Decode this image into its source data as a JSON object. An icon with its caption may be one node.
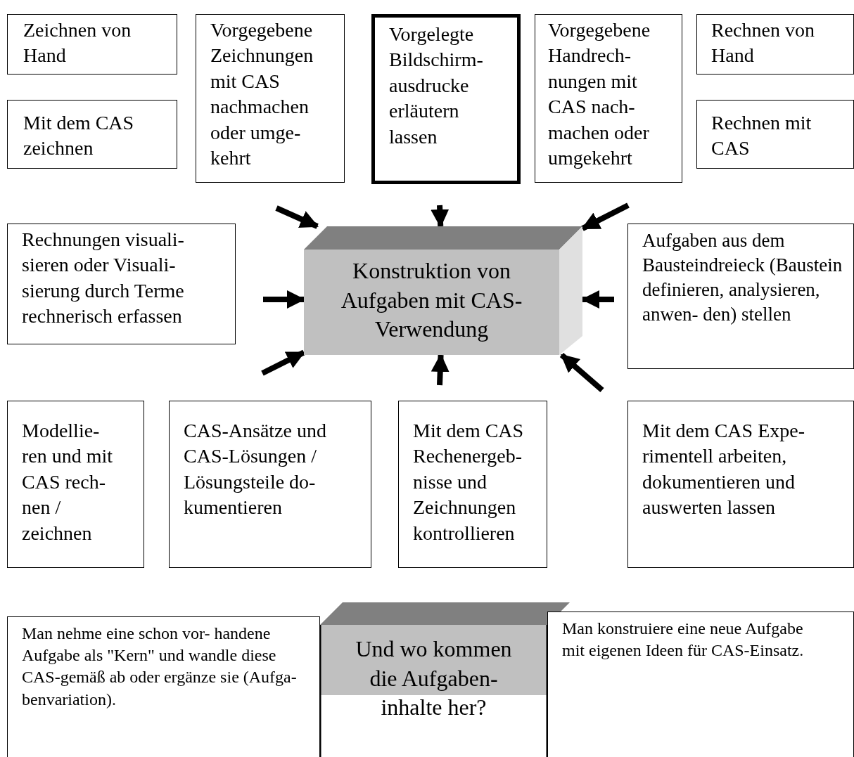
{
  "diagram": {
    "nodes": [
      {
        "text": [
          "Zeichnen von Hand"
        ]
      },
      {
        "text": [
          "Mit dem CAS zeichnen"
        ]
      },
      {
        "text": [
          "Vorgegebene Zeichnungen mit CAS nachmachen oder umge- kehrt"
        ]
      },
      {
        "text": [
          "Vorgelegte Bildschirm- ausdrucke erläutern lassen"
        ]
      },
      {
        "text": [
          "Vorgegebene Handrech- nungen mit CAS nach- machen oder umgekehrt"
        ]
      },
      {
        "text": [
          "Rechnen von Hand"
        ]
      },
      {
        "text": [
          "Rechnen mit CAS"
        ]
      },
      {
        "text": [
          "Konstruktion von Aufgaben mit CAS- Verwendung"
        ]
      },
      {
        "text": [
          "Rechnungen visuali- sieren oder Visuali- sierung durch Terme rechnerisch erfassen"
        ]
      },
      {
        "text": [
          "Aufgaben aus dem Bausteindreieck (Baustein definieren, analysieren, anwen- den) stellen"
        ]
      },
      {
        "text": [
          "Modellie- ren und mit CAS rech- nen / zeichnen"
        ]
      },
      {
        "text": [
          "CAS-Ansätze und CAS-Lösungen / Lösungsteile do- kumentieren"
        ]
      },
      {
        "text": [
          "Mit dem CAS Rechenergeb- nisse und Zeichnungen kontrollieren"
        ]
      },
      {
        "text": [
          "Mit dem CAS Expe- rimentell arbeiten, dokumentieren und auswerten lassen"
        ]
      },
      {
        "text": [
          "Man nehme eine schon vor- handene Aufgabe als \"Kern\" und wandle diese CAS-gemäß ab oder ergänze sie (Aufga- benvariation)."
        ]
      },
      {
        "text": [
          "Und wo kommen die Aufgaben- inhalte her?"
        ]
      },
      {
        "text": [
          "Man konstruiere eine neue Aufgabe mit eigenen Ideen für CAS-Einsatz."
        ]
      }
    ],
    "edges": [
      {
        "from": null,
        "to": 7,
        "arrow": "to"
      },
      {
        "from": null,
        "to": 7,
        "arrow": "to"
      },
      {
        "from": null,
        "to": 7,
        "arrow": "to"
      },
      {
        "from": null,
        "to": 7,
        "arrow": "to"
      },
      {
        "from": null,
        "to": 7,
        "arrow": "to"
      },
      {
        "from": null,
        "to": 7,
        "arrow": "to"
      },
      {
        "from": null,
        "to": 7,
        "arrow": "to"
      },
      {
        "from": null,
        "to": 7,
        "arrow": "to"
      }
    ]
  }
}
